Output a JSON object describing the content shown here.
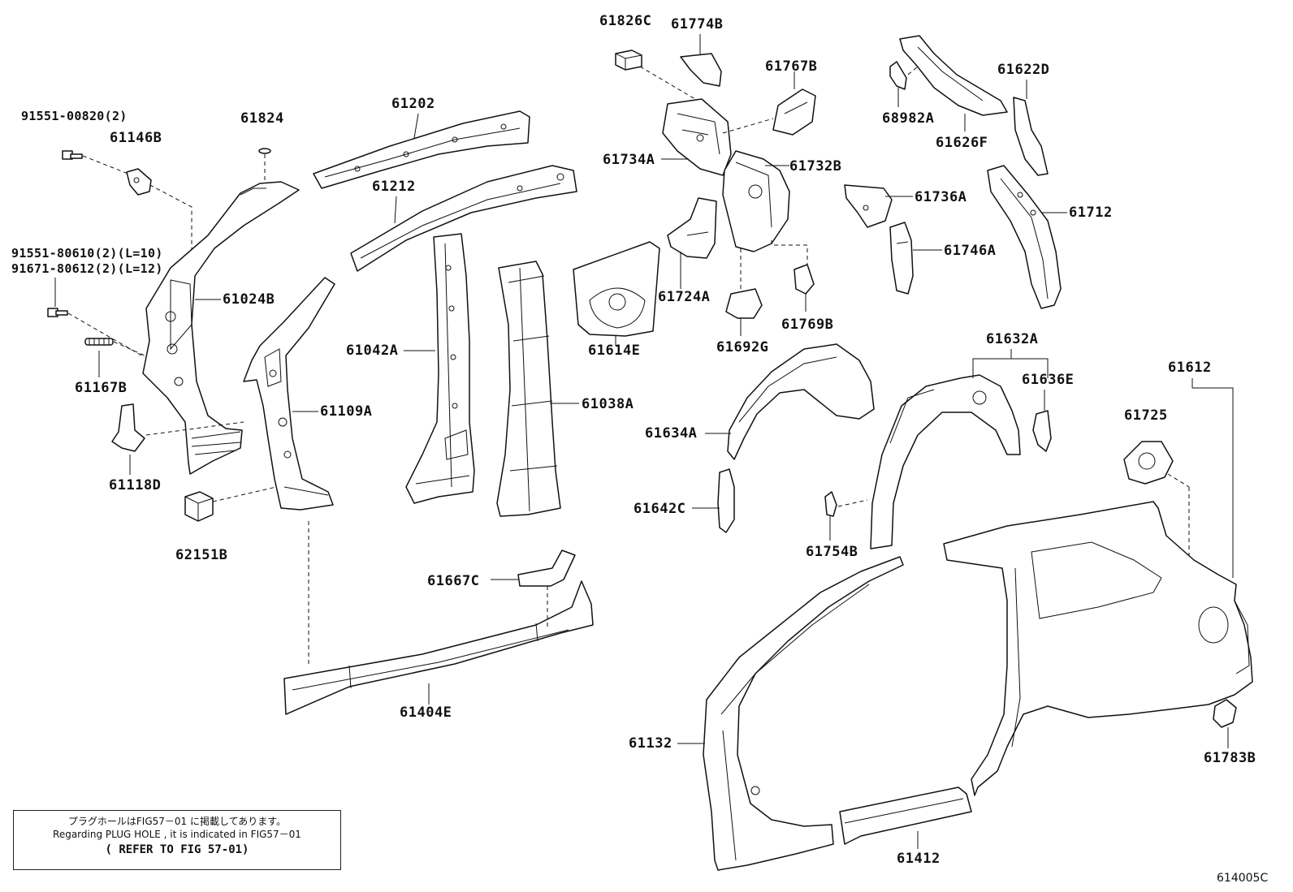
{
  "labels": {
    "p_91551_00820": "91551-00820(2)",
    "p_61146B": "61146B",
    "p_61824": "61824",
    "p_61202": "61202",
    "p_61212": "61212",
    "p_61826C": "61826C",
    "p_61774B": "61774B",
    "p_61767B": "61767B",
    "p_61734A": "61734A",
    "p_61732B": "61732B",
    "p_68982A": "68982A",
    "p_61626F": "61626F",
    "p_61622D": "61622D",
    "p_61736A": "61736A",
    "p_61712": "61712",
    "p_61746A": "61746A",
    "p_91551_80610": "91551-80610(2)(L=10)",
    "p_91671_80612": "91671-80612(2)(L=12)",
    "p_61024B": "61024B",
    "p_61167B": "61167B",
    "p_61118D": "61118D",
    "p_61109A": "61109A",
    "p_62151B": "62151B",
    "p_61042A": "61042A",
    "p_61038A": "61038A",
    "p_61614E": "61614E",
    "p_61724A": "61724A",
    "p_61692G": "61692G",
    "p_61769B": "61769B",
    "p_61632A": "61632A",
    "p_61636E": "61636E",
    "p_61612": "61612",
    "p_61725": "61725",
    "p_61634A": "61634A",
    "p_61642C": "61642C",
    "p_61754B": "61754B",
    "p_61667C": "61667C",
    "p_61404E": "61404E",
    "p_61132": "61132",
    "p_61783B": "61783B",
    "p_61412": "61412"
  },
  "note": {
    "line1": "プラグホールはFIG57－01 に掲載してあります。",
    "line2": "Regarding PLUG HOLE , it is indicated in FIG57－01",
    "line3": "( REFER TO FIG 57-01)"
  },
  "figure_id": "614005C"
}
